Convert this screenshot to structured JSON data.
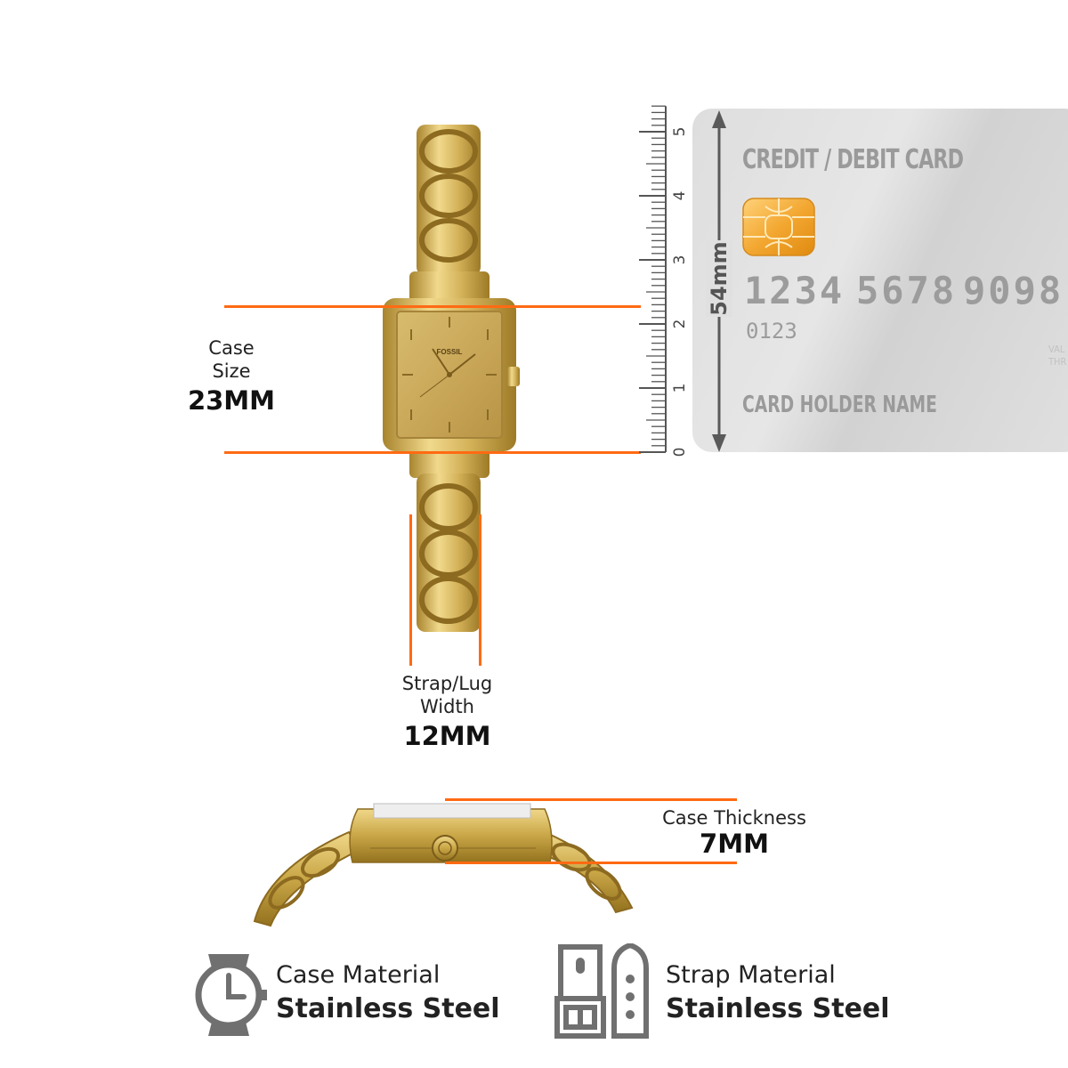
{
  "case_size": {
    "label_line1": "Case",
    "label_line2": "Size",
    "value": "23MM"
  },
  "strap_width": {
    "label_line1": "Strap/Lug",
    "label_line2": "Width",
    "value": "12MM"
  },
  "case_thickness": {
    "label": "Case Thickness",
    "value": "7MM"
  },
  "case_material": {
    "label": "Case Material",
    "value": "Stainless Steel",
    "icon": "watch-icon"
  },
  "strap_material": {
    "label": "Strap Material",
    "value": "Stainless Steel",
    "icon": "strap-icon"
  },
  "watch": {
    "brand": "FOSSIL"
  },
  "ruler": {
    "ticks": [
      "0",
      "1",
      "2",
      "3",
      "4",
      "5"
    ],
    "height_label": "54mm"
  },
  "card": {
    "title": "CREDIT / DEBIT CARD",
    "number_groups": [
      "1234",
      "5678",
      "9098"
    ],
    "sub_number": "0123",
    "holder": "CARD HOLDER NAME",
    "valid_thru": [
      "VAL",
      "THR"
    ]
  },
  "colors": {
    "accent": "#ff6a13",
    "gold": "#c9a646",
    "icon_gray": "#707070",
    "card_bg": "#dcdcdc",
    "card_text": "#9a9a9a"
  }
}
